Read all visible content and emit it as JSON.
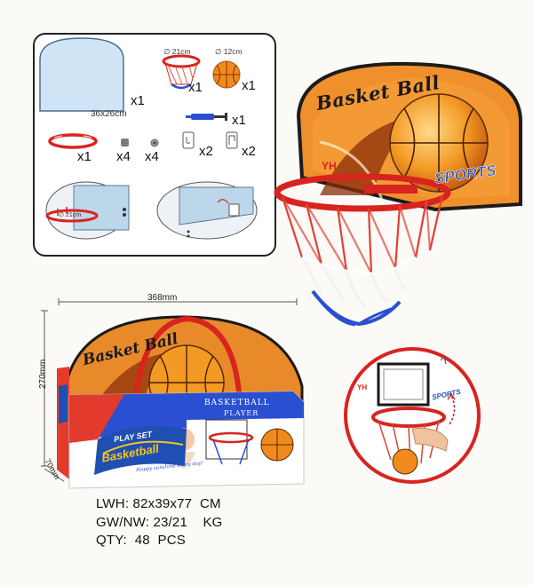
{
  "parts": {
    "backboard_count": "x1",
    "backboard_size": "36x26cm",
    "hoop_diameter": "∅ 21cm",
    "hoop_count": "x1",
    "ball_diameter": "∅ 12cm",
    "ball_count": "x1",
    "pump_count": "x1",
    "rim_count": "x1",
    "screw_count": "x4",
    "anchor_count": "x4",
    "hook_a_count": "x2",
    "hook_b_count": "x2",
    "install_rim_diameter": "∅ 21cm"
  },
  "product": {
    "title_script": "Basket Ball",
    "sports_label": "SPORTS",
    "brand": "YH"
  },
  "box": {
    "width_label": "368mm",
    "height_label": "270mm",
    "depth_label": "70mm",
    "box_title": "Basket Ball",
    "panel_title": "BASKETBALL",
    "panel_sub": "PLAYER",
    "badge_top": "PLAY SET",
    "badge_main": "Basketball",
    "tagline": "Happy sunshine every day!"
  },
  "detail": {
    "sports_label": "SPORTS",
    "brand": "YH"
  },
  "specs": {
    "lwh": "LWH: 82x39x77  CM",
    "gw_nw": "GW/NW: 23/21    KG",
    "qty": "QTY:  48  PCS"
  },
  "colors": {
    "orange": "#f08a1c",
    "red": "#d8241f",
    "blue": "#1f4fb3",
    "net_blue": "#2a4fd0"
  }
}
